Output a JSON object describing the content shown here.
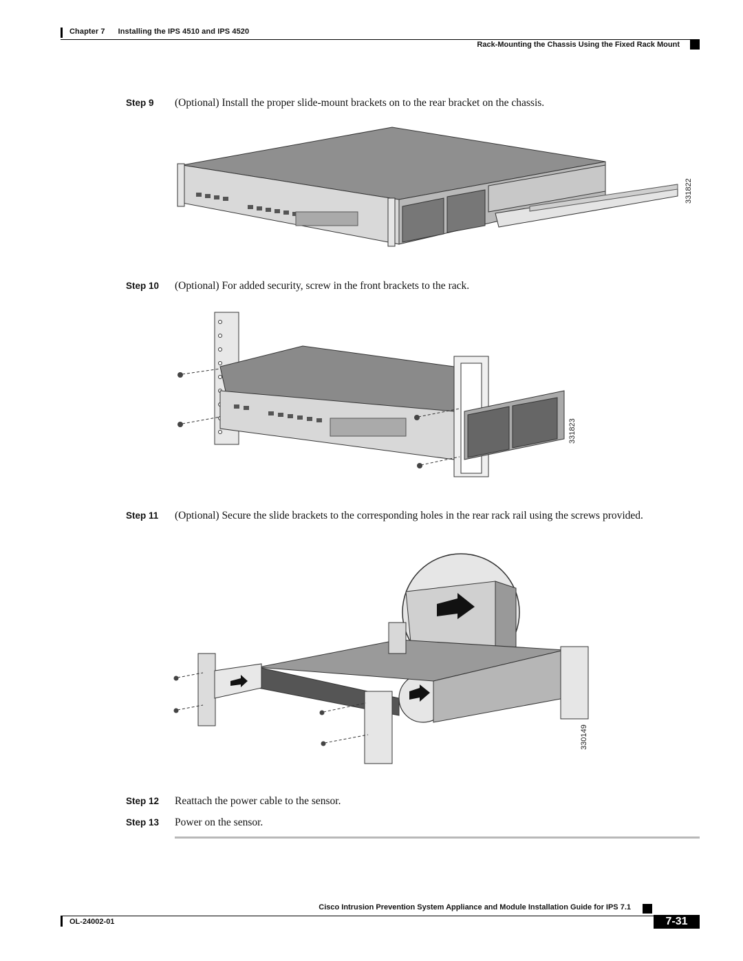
{
  "header": {
    "chapter": "Chapter 7      Installing the IPS 4510 and IPS 4520",
    "section": "Rack-Mounting the Chassis Using the Fixed Rack Mount"
  },
  "steps": [
    {
      "label": "Step 9",
      "text": "(Optional) Install the proper slide-mount brackets on to the rear bracket on the chassis."
    },
    {
      "label": "Step 10",
      "text": "(Optional) For added security, screw in the front brackets to the rack."
    },
    {
      "label": "Step 11",
      "text": "(Optional) Secure the slide brackets to the corresponding holes in the rear rack rail using the screws provided."
    },
    {
      "label": "Step 12",
      "text": "Reattach the power cable to the sensor."
    },
    {
      "label": "Step 13",
      "text": "Power on the sensor."
    }
  ],
  "figures": [
    {
      "id": "331822"
    },
    {
      "id": "331823"
    },
    {
      "id": "330149"
    }
  ],
  "footer": {
    "title": "Cisco Intrusion Prevention System Appliance and Module Installation Guide for IPS 7.1",
    "doc_number": "OL-24002-01",
    "page": "7-31"
  }
}
